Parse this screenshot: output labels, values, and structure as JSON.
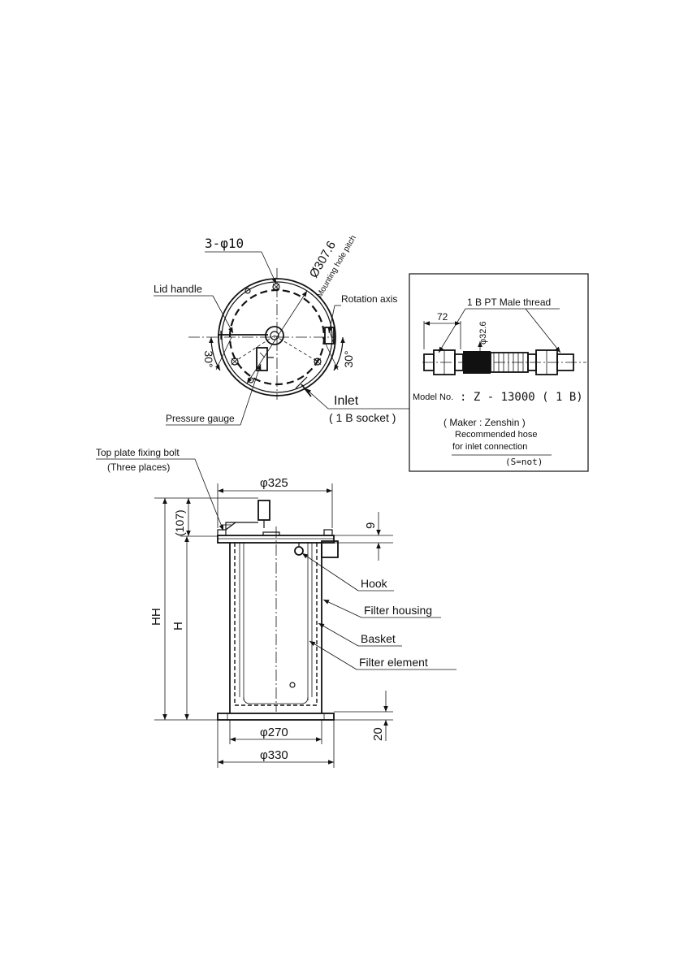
{
  "top_view": {
    "holes": "3-φ10",
    "pitch_dim": "Ø307.6",
    "pitch_note": "Mounting hole pitch",
    "lid_handle": "Lid handle",
    "rotation_axis": "Rotation axis",
    "angle_left": "30°",
    "angle_right": "30°",
    "pressure_gauge": "Pressure gauge",
    "inlet": "Inlet",
    "inlet_socket": "( 1 B socket )"
  },
  "hose_box": {
    "thread": "1 B PT Male thread",
    "dim_length": "72",
    "dim_dia": "φ32.6",
    "model_label": "Model No.",
    "model_value": ": Z - 13000 ( 1 B)",
    "maker": "( Maker : Zenshin        )",
    "recommended": "Recommended hose",
    "inlet_connection": "for inlet connection",
    "s_not": "(S=not)"
  },
  "side_view": {
    "top_bolt": "Top plate fixing bolt",
    "three_places": "(Three places)",
    "dia_top": "φ325",
    "dim_107": "(107)",
    "dim_9": "9",
    "hh": "HH",
    "h": "H",
    "hook": "Hook",
    "filter_housing": "Filter housing",
    "basket": "Basket",
    "filter_element": "Filter element",
    "dia_270": "φ270",
    "dia_330": "φ330",
    "dim_20": "20"
  }
}
